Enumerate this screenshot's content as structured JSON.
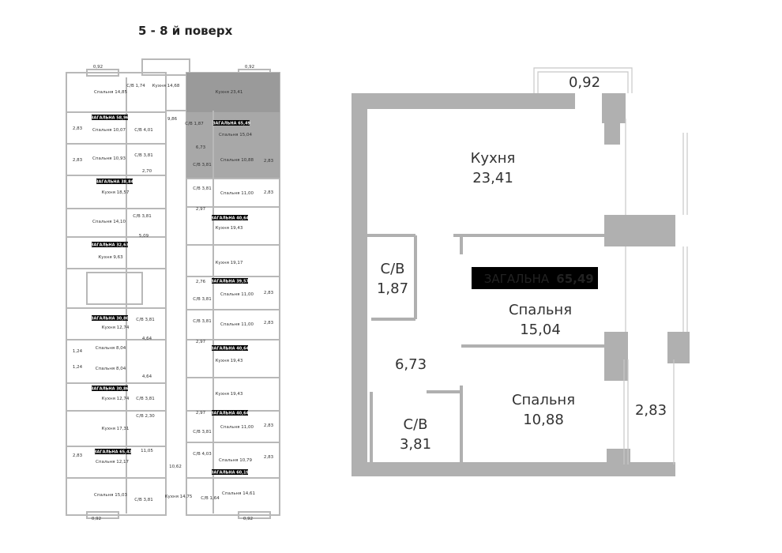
{
  "floor_title": "5 - 8 й поверх",
  "colors": {
    "wall": "#b0b0b0",
    "highlight": "#a8a8a8",
    "badge_bg": "#000000",
    "badge_text": "#ffffff"
  },
  "key_plan": {
    "balconies": [
      "0,92",
      "0,92",
      "0,92",
      "0,92"
    ],
    "left_units": [
      {
        "badge": "ЗАГАЛЬНА 58,96",
        "rooms": [
          "Спальня 14,85",
          "С/В 1,74",
          "Кухня 14,68",
          "Спальня 10,07",
          "С/В 4,01",
          "Спальня 10,93",
          "С/В 3,81"
        ],
        "extras": [
          "2,83",
          "2,83",
          "9,86",
          "2,70"
        ]
      },
      {
        "badge": "ЗАГАЛЬНА 38,84",
        "rooms": [
          "Кухня 18,57",
          "Спальня 14,10",
          "С/В 3,81"
        ],
        "extras": [
          "5,09"
        ]
      },
      {
        "badge": "ЗАГАЛЬНА 32,63",
        "rooms": [
          "Кухня 9,63"
        ],
        "extras": []
      },
      {
        "badge": "ЗАГАЛЬНА 30,80",
        "rooms": [
          "Кухня 12,74",
          "С/В 3,81",
          "Спальня 8,04"
        ],
        "extras": [
          "4,64",
          "1,24"
        ]
      },
      {
        "badge": "",
        "rooms": [
          "Спальня 8,04"
        ],
        "extras": [
          "1,24",
          "4,64"
        ]
      },
      {
        "badge": "ЗАГАЛЬНА 30,86",
        "rooms": [
          "Кухня 12,74",
          "С/В 3,81",
          "С/В 2,30"
        ],
        "extras": []
      },
      {
        "badge": "ЗАГАЛЬНА 65,42",
        "rooms": [
          "Кухня 17,31",
          "Спальня 12,17",
          "Спальня 15,03",
          "С/В 3,81",
          "Кухня 14,75"
        ],
        "extras": [
          "2,83",
          "11,05",
          "10,62"
        ]
      }
    ],
    "right_units": [
      {
        "badge": "ЗАГАЛЬНА 65,49",
        "rooms": [
          "Кухня 23,41",
          "С/В 1,87",
          "Спальня 15,04",
          "С/В 3,81",
          "Спальня 10,88"
        ],
        "extras": [
          "6,73",
          "2,83"
        ]
      },
      {
        "badge": "ЗАГАЛЬНА 40,64",
        "rooms": [
          "С/В 3,81",
          "Спальня 11,00",
          "Кухня 19,43"
        ],
        "extras": [
          "2,83",
          "2,97"
        ]
      },
      {
        "badge": "ЗАГАЛЬНА 39,57",
        "rooms": [
          "Кухня 19,17",
          "С/В 3,81",
          "Спальня 11,00"
        ],
        "extras": [
          "2,76",
          "2,83"
        ]
      },
      {
        "badge": "ЗАГАЛЬНА 40,64",
        "rooms": [
          "С/В 3,81",
          "Спальня 11,00",
          "Кухня 19,43"
        ],
        "extras": [
          "2,83",
          "2,97"
        ]
      },
      {
        "badge": "ЗАГАЛЬНА 40,64",
        "rooms": [
          "Кухня 19,43",
          "С/В 3,81",
          "Спальня 11,00"
        ],
        "extras": [
          "2,97",
          "2,83"
        ]
      },
      {
        "badge": "ЗАГАЛЬНА 60,19",
        "rooms": [
          "С/В 4,03",
          "Спальня 10,79",
          "С/В 1,64",
          "Спальня 14,61"
        ],
        "extras": [
          "2,83"
        ]
      }
    ]
  },
  "detail_plan": {
    "balcony": "0,92",
    "badge_label": "ЗАГАЛЬНА",
    "badge_value": "65,49",
    "rooms": [
      {
        "name": "Кухня",
        "area": "23,41"
      },
      {
        "name": "С/В",
        "area": "1,87"
      },
      {
        "name": "Спальня",
        "area": "15,04"
      },
      {
        "name": "С/В",
        "area": "3,81"
      },
      {
        "name": "Спальня",
        "area": "10,88"
      }
    ],
    "hall": "6,73",
    "loggia": "2,83"
  }
}
